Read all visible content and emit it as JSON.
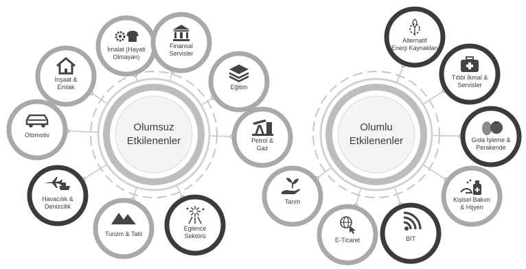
{
  "diagram": {
    "negative": {
      "title": [
        "Olumsuz",
        "Etkilenenler"
      ],
      "sectors": [
        {
          "id": "imalat",
          "label": [
            "İmalat (Hayati",
            "Olmayan)"
          ],
          "icon": "gear-shirt-icon",
          "ring": "gray"
        },
        {
          "id": "finans",
          "label": [
            "Finansal",
            "Servisler"
          ],
          "icon": "bank-icon",
          "ring": "gray"
        },
        {
          "id": "egitim",
          "label": [
            "Eğitim"
          ],
          "icon": "books-icon",
          "ring": "gray"
        },
        {
          "id": "petrol",
          "label": [
            "Petrol &",
            "Gaz"
          ],
          "icon": "oil-pump-icon",
          "ring": "gray"
        },
        {
          "id": "eglence",
          "label": [
            "Eglence",
            "Sektörü"
          ],
          "icon": "fireworks-icon",
          "ring": "dark"
        },
        {
          "id": "turizm",
          "label": [
            "Turizm & Tatil"
          ],
          "icon": "mountains-icon",
          "ring": "gray"
        },
        {
          "id": "havacilik",
          "label": [
            "Havacılık &",
            "Denizcilik"
          ],
          "icon": "plane-ship-icon",
          "ring": "dark"
        },
        {
          "id": "otomotiv",
          "label": [
            "Otomotiv"
          ],
          "icon": "car-icon",
          "ring": "gray"
        },
        {
          "id": "insaat",
          "label": [
            "İnşaat &",
            "Emlak"
          ],
          "icon": "house-icon",
          "ring": "gray"
        }
      ]
    },
    "positive": {
      "title": [
        "Olumlu",
        "Etkilenenler"
      ],
      "sectors": [
        {
          "id": "enerji",
          "label": [
            "Alternatif",
            "Enerji Kaynakları"
          ],
          "icon": "renewable-energy-icon",
          "ring": "dark"
        },
        {
          "id": "tibbi",
          "label": [
            "Tıbbi İkmal &",
            "Servisler"
          ],
          "icon": "medical-kit-icon",
          "ring": "dark"
        },
        {
          "id": "gida",
          "label": [
            "Gıda İşleme &",
            "Perakende"
          ],
          "icon": "vegetables-icon",
          "ring": "dark"
        },
        {
          "id": "kisisel",
          "label": [
            "Kişisel Bakım",
            "& Hijyen"
          ],
          "icon": "hand-sanitizer-icon",
          "ring": "gray"
        },
        {
          "id": "bit",
          "label": [
            "BİT"
          ],
          "icon": "wifi-signal-icon",
          "ring": "dark"
        },
        {
          "id": "eticaret",
          "label": [
            "E-Ticaret"
          ],
          "icon": "web-click-icon",
          "ring": "gray"
        },
        {
          "id": "tarim",
          "label": [
            "Tarım"
          ],
          "icon": "plant-hand-icon",
          "ring": "gray"
        }
      ]
    },
    "colors": {
      "ring_gray": "#a9a9a9",
      "ring_dark": "#3b3b3b",
      "center_ring": "#bdbdbd",
      "connector": "#c6c6c6",
      "text": "#3a3a3a",
      "icon": "#444444"
    }
  }
}
